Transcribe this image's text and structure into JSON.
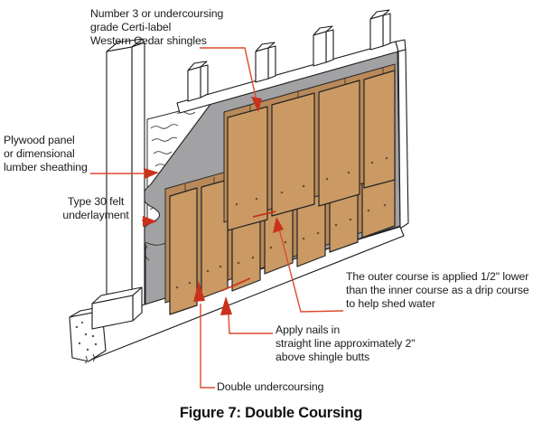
{
  "figure": {
    "caption": "Figure 7: Double Coursing"
  },
  "labels": {
    "shingles": "Number 3 or undercoursing\ngrade Certi-label\nWestern Cedar shingles",
    "sheathing": "Plywood panel\nor dimensional\nlumber sheathing",
    "felt": "Type 30 felt\nunderlayment",
    "outer_course": "The outer course is applied 1/2\" lower\nthan the inner course as a drip course\nto help shed water",
    "nails": "Apply nails in\nstraight line approximately 2\"\nabove shingle butts",
    "undercoursing": "Double undercoursing"
  },
  "diagram_parts": [
    "wall-studs",
    "top-plate",
    "plywood-sheathing",
    "felt-underlayment",
    "inner-undercourse-shingles",
    "outer-course-shingles",
    "sill-beam",
    "nail-line-marks",
    "leader-arrows"
  ],
  "colors": {
    "shingle": "#cb9a64",
    "undercourse": "#b9895a",
    "felt_gray": "#a2a2a4",
    "leader_red": "#dc4a30",
    "arrow_red": "#c9311b",
    "outline": "#1a1a1a"
  }
}
